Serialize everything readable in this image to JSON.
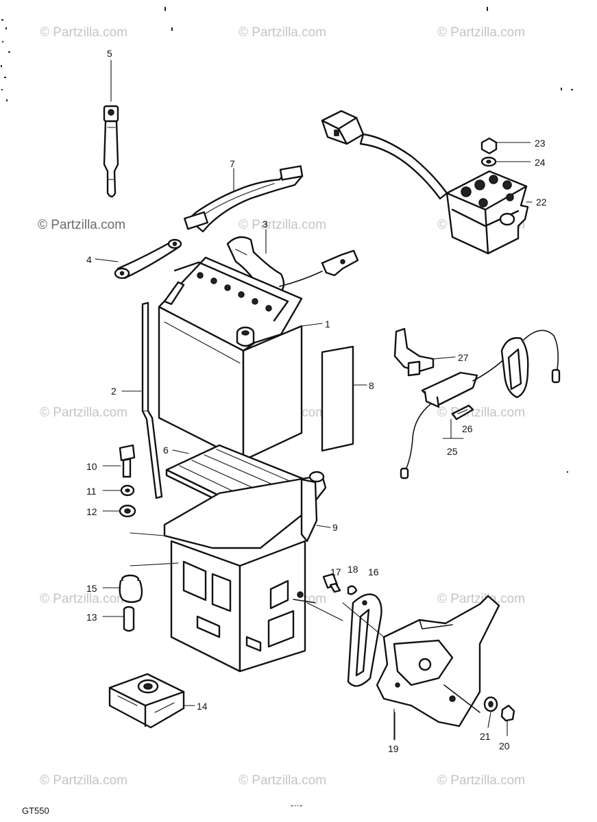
{
  "watermark": {
    "text": "© Partzilla.com",
    "emphasized_text": "© Partzilla.com"
  },
  "model_code": "GT550",
  "page_mark": "-··-",
  "callouts": {
    "c1": "1",
    "c2": "2",
    "c3": "3",
    "c4": "4",
    "c5": "5",
    "c6": "6",
    "c7": "7",
    "c8": "8",
    "c9": "9",
    "c10": "10",
    "c11": "11",
    "c12": "12",
    "c13": "13",
    "c14": "14",
    "c15": "15",
    "c16": "16",
    "c17": "17",
    "c18": "18",
    "c19": "19",
    "c20": "20",
    "c21": "21",
    "c22": "22",
    "c23": "23",
    "c24": "24",
    "c25": "25",
    "c26": "26",
    "c27": "27"
  }
}
